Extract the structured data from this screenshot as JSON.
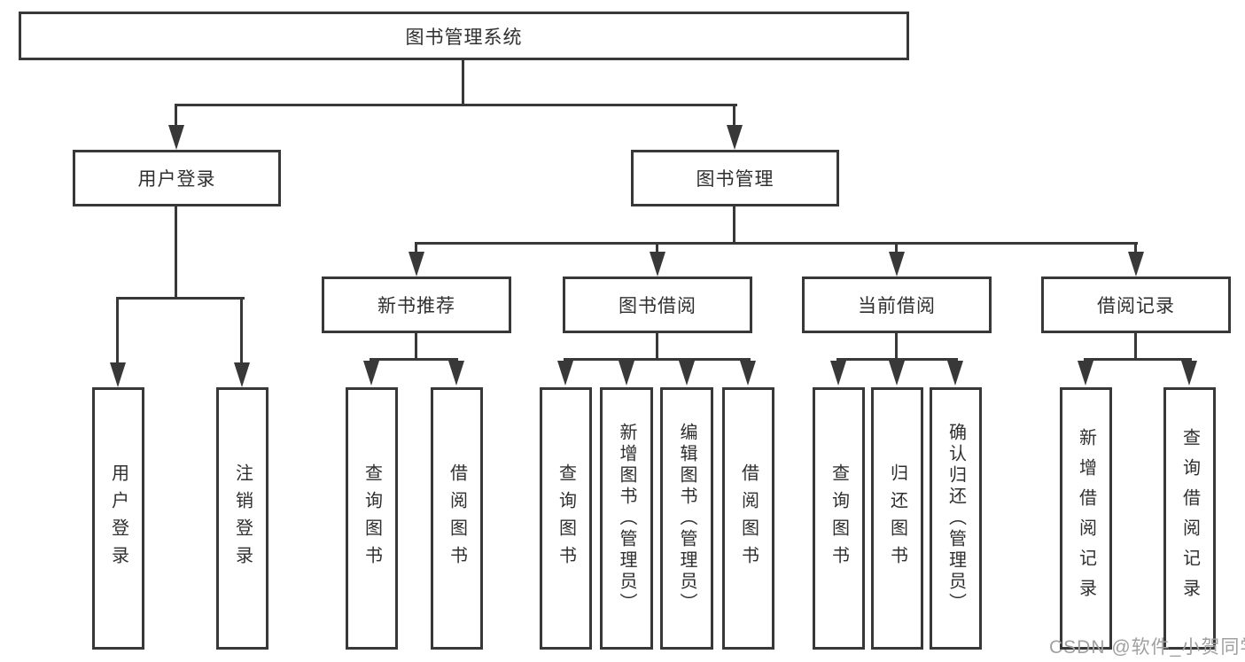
{
  "diagram": {
    "root": {
      "label": "图书管理系统"
    },
    "level2": [
      {
        "label": "用户登录"
      },
      {
        "label": "图书管理"
      }
    ],
    "level3": [
      {
        "label": "新书推荐"
      },
      {
        "label": "图书借阅"
      },
      {
        "label": "当前借阅"
      },
      {
        "label": "借阅记录"
      }
    ],
    "leaves": [
      {
        "label": "用户登录"
      },
      {
        "label": "注销登录"
      },
      {
        "label": "查询图书"
      },
      {
        "label": "借阅图书"
      },
      {
        "label": "查询图书"
      },
      {
        "label": "新增图书（管理员）"
      },
      {
        "label": "编辑图书（管理员）"
      },
      {
        "label": "借阅图书"
      },
      {
        "label": "查询图书"
      },
      {
        "label": "归还图书"
      },
      {
        "label": "确认归还（管理员）"
      },
      {
        "label": "新增借阅记录"
      },
      {
        "label": "查询借阅记录"
      }
    ]
  },
  "watermark": {
    "text": "CSDN @软件_小贺同学"
  },
  "colors": {
    "line": "#383838",
    "text": "#2f2f2f",
    "background": "#ffffff",
    "watermark": "#a0a0a0"
  }
}
